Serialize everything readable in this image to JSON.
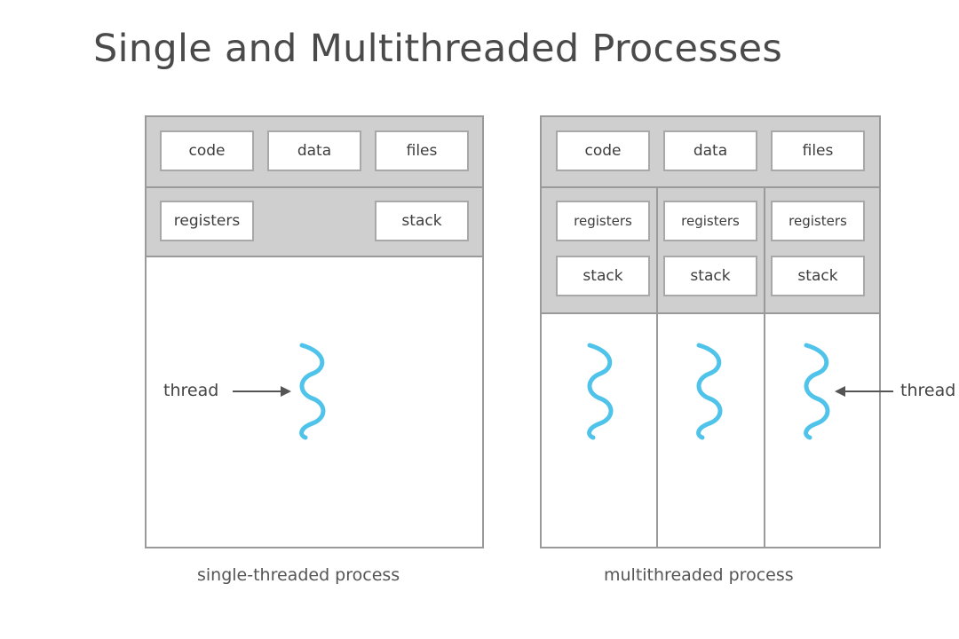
{
  "title": "Single and Multithreaded Processes",
  "colors": {
    "thread_wave": "#4fc3ea",
    "border": "#9a9a9a",
    "band": "#cfcfcf"
  },
  "single": {
    "shared": [
      "code",
      "data",
      "files"
    ],
    "registers": "registers",
    "stack": "stack",
    "thread_label": "thread",
    "caption": "single-threaded process"
  },
  "multi": {
    "shared": [
      "code",
      "data",
      "files"
    ],
    "registers": [
      "registers",
      "registers",
      "registers"
    ],
    "stacks": [
      "stack",
      "stack",
      "stack"
    ],
    "thread_label": "thread",
    "caption": "multithreaded process"
  }
}
